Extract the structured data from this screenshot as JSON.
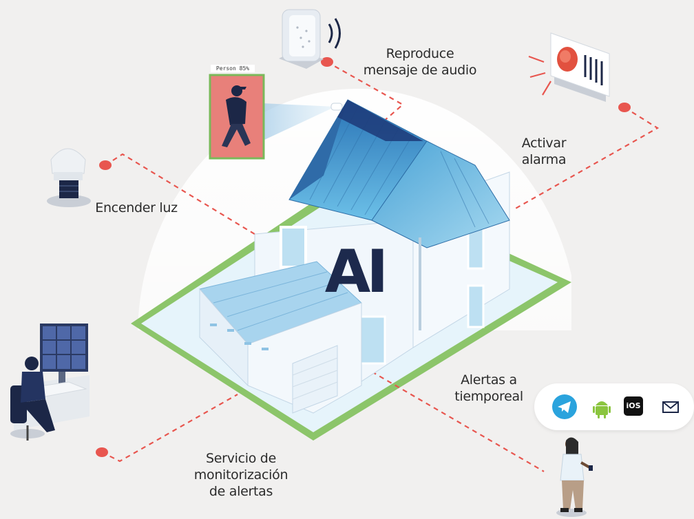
{
  "title_mark": "AI",
  "detection_tag": "Person 85%",
  "labels": {
    "audio": [
      "Reproduce",
      "mensaje de audio"
    ],
    "alarm": [
      "Activar",
      "alarma"
    ],
    "light": [
      "Encender luz"
    ],
    "alerts": [
      "Alertas a",
      "tiemporeal"
    ],
    "monitoring": [
      "Servicio de",
      "monitorización",
      "de alertas"
    ]
  },
  "apps": {
    "ios_label": "iOS",
    "items": [
      "telegram-icon",
      "android-icon",
      "ios-icon",
      "mail-icon"
    ]
  },
  "colors": {
    "background": "#f1f0ef",
    "roof": "#3f9bd0",
    "house": "#eaf3fb",
    "dashed_line": "#e8564f",
    "dot": "#e8564f",
    "lawn": "#8cc56a",
    "ai_text": "#1d2a4d"
  }
}
